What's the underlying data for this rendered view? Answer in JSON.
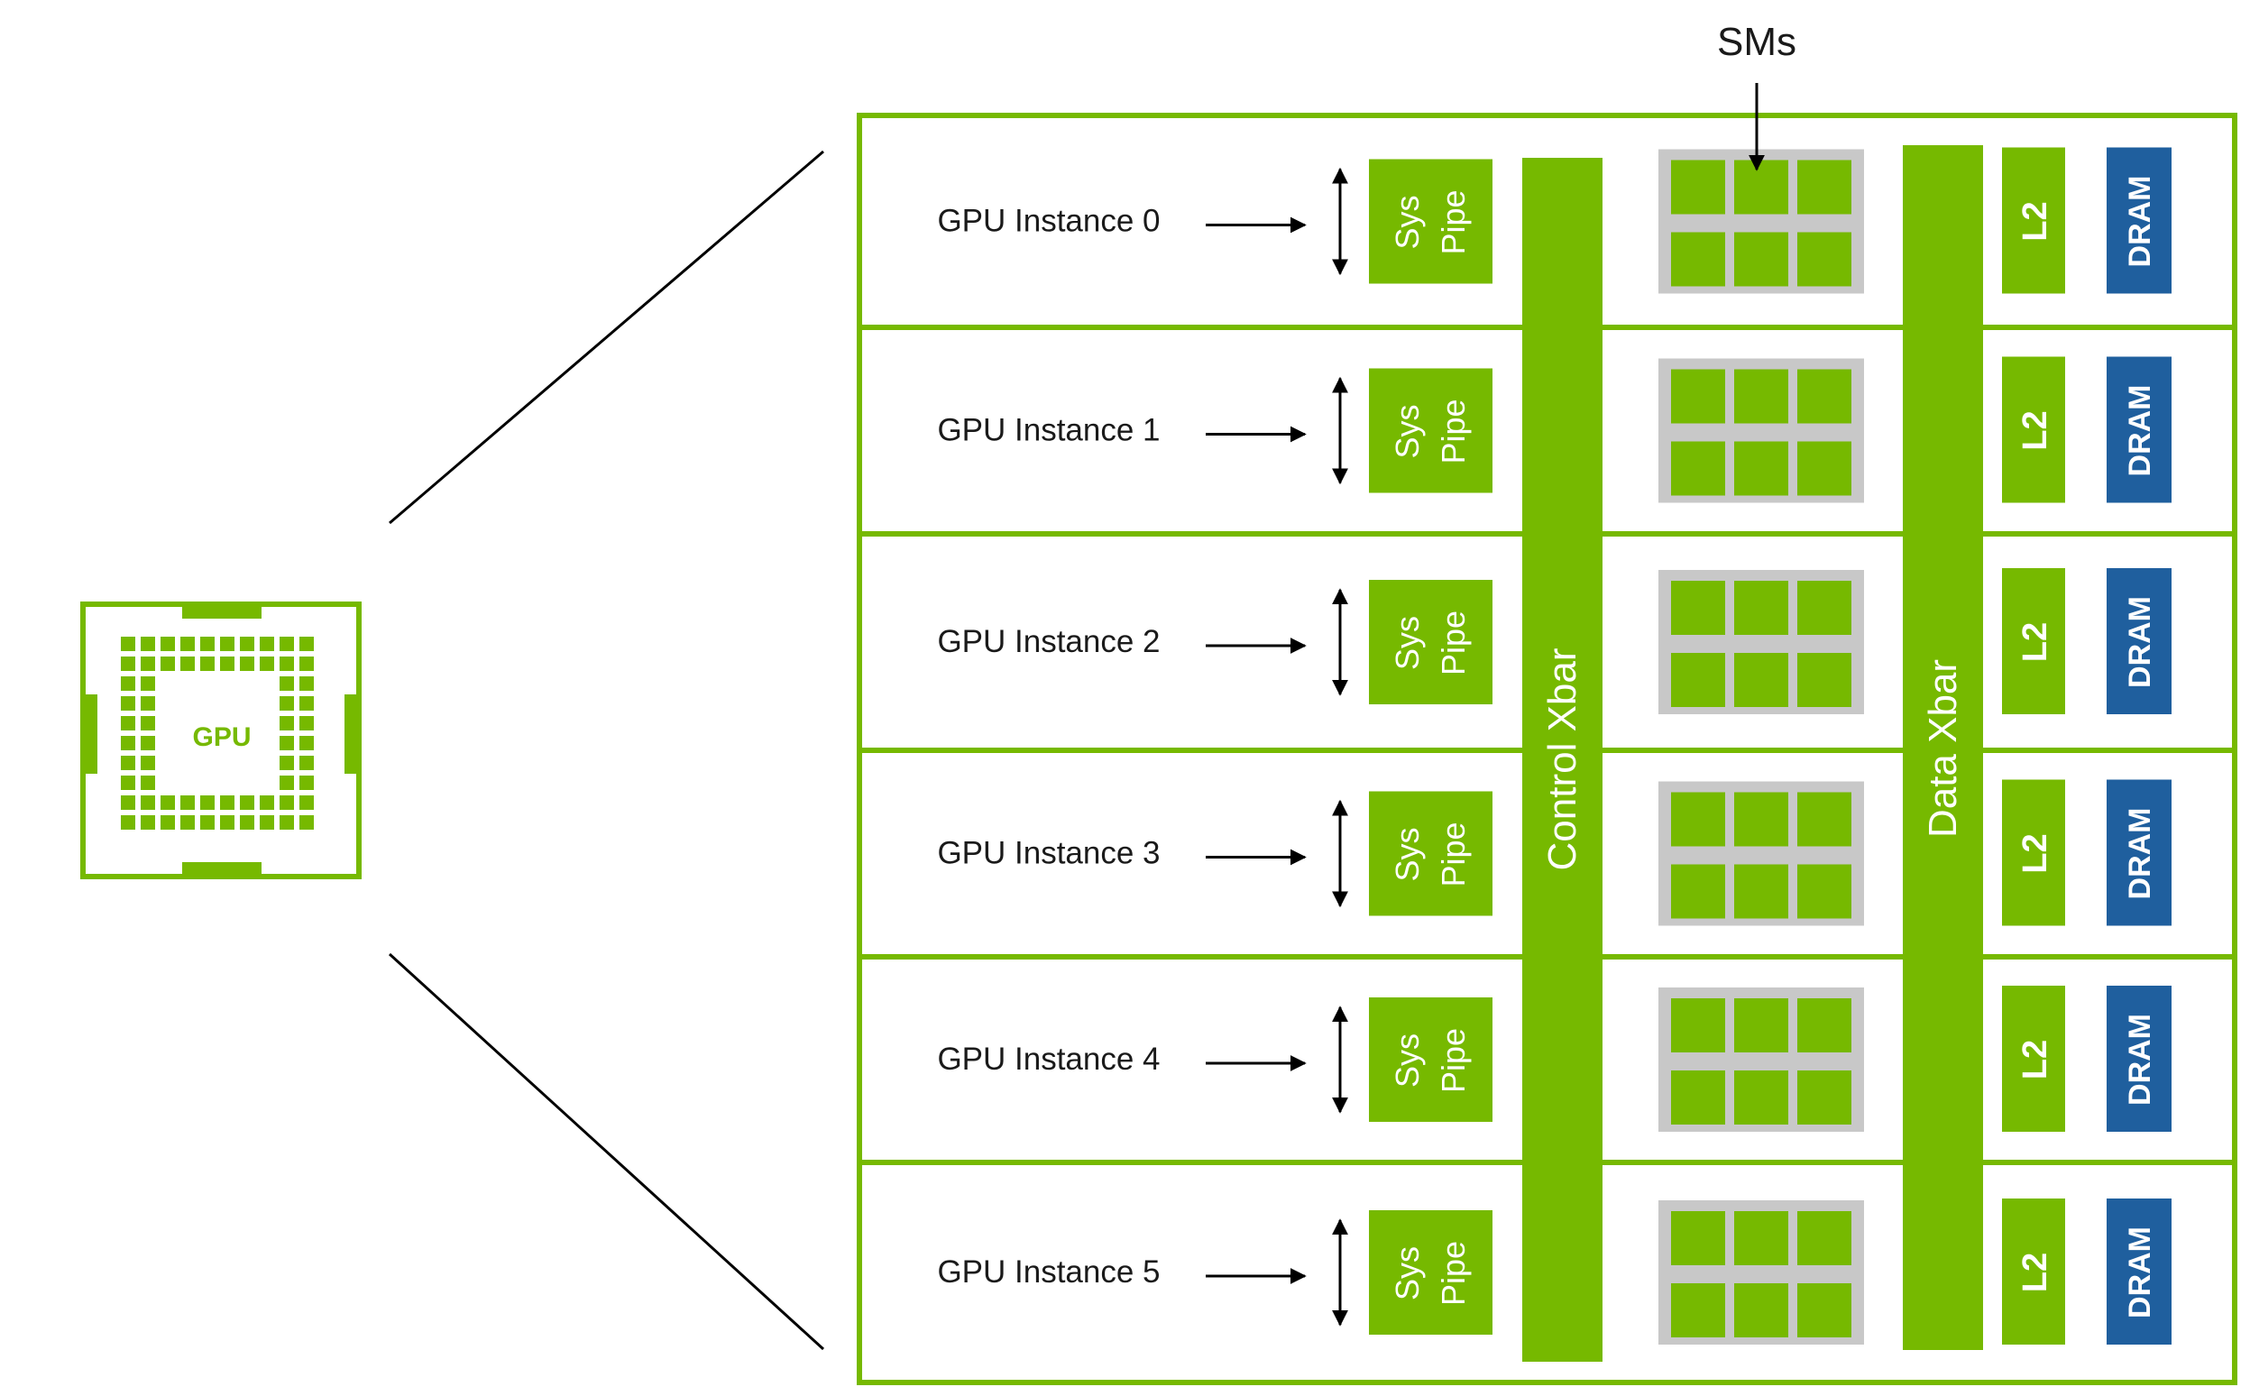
{
  "colors": {
    "green": "#76b900",
    "blue": "#1f5f9e",
    "sm_tray": "#c8c8c8",
    "line": "#000000",
    "background": "#ffffff"
  },
  "chip": {
    "label": "GPU",
    "icon": "gpu-chip-icon"
  },
  "sms_label": "SMs",
  "control_xbar_label": "Control Xbar",
  "data_xbar_label": "Data Xbar",
  "instances": [
    {
      "label": "GPU Instance 0",
      "syspipe_line1": "Sys",
      "syspipe_line2": "Pipe",
      "l2_label": "L2",
      "dram_label": "DRAM"
    },
    {
      "label": "GPU Instance 1",
      "syspipe_line1": "Sys",
      "syspipe_line2": "Pipe",
      "l2_label": "L2",
      "dram_label": "DRAM"
    },
    {
      "label": "GPU Instance 2",
      "syspipe_line1": "Sys",
      "syspipe_line2": "Pipe",
      "l2_label": "L2",
      "dram_label": "DRAM"
    },
    {
      "label": "GPU Instance 3",
      "syspipe_line1": "Sys",
      "syspipe_line2": "Pipe",
      "l2_label": "L2",
      "dram_label": "DRAM"
    },
    {
      "label": "GPU Instance 4",
      "syspipe_line1": "Sys",
      "syspipe_line2": "Pipe",
      "l2_label": "L2",
      "dram_label": "DRAM"
    },
    {
      "label": "GPU Instance 5",
      "syspipe_line1": "Sys",
      "syspipe_line2": "Pipe",
      "l2_label": "L2",
      "dram_label": "DRAM"
    }
  ]
}
